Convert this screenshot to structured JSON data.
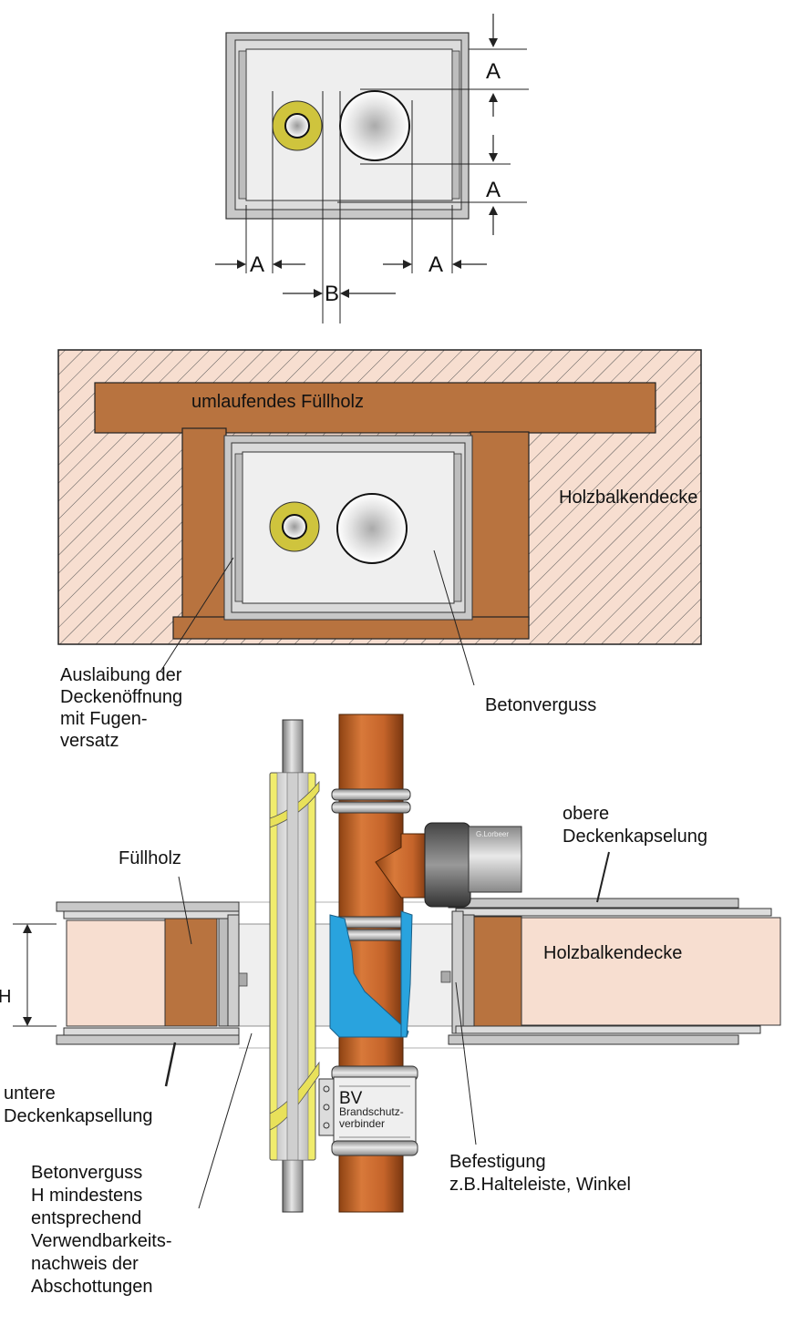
{
  "top_detail": {
    "dim_a_right_top": "A",
    "dim_a_right_bottom": "A",
    "dim_a_left": "A",
    "dim_a_bottom_right": "A",
    "dim_b": "B"
  },
  "middle_detail": {
    "label_fuellholz_top": "umlaufendes Füllholz",
    "label_holzbalkendecke": "Holzbalkendecke",
    "label_auslaibung": [
      "Auslaibung der",
      "Deckenöffnung",
      "mit Fugen-",
      "versatz"
    ],
    "label_betonverguss": "Betonverguss"
  },
  "section_detail": {
    "label_fuellholz": "Füllholz",
    "label_obere": [
      "obere",
      "Deckenkapselung"
    ],
    "label_holzbalkendecke": "Holzbalkendecke",
    "label_h": "H",
    "label_untere": [
      "untere",
      "Deckenkapsellung"
    ],
    "label_betonverguss": [
      "Betonverguss",
      "H mindestens",
      "entsprechend",
      "Verwendbarkeits-",
      "nachweis der",
      "Abschottungen"
    ],
    "label_befestigung": [
      "Befestigung",
      "z.B.Halteleiste, Winkel"
    ],
    "bv_title": "BV",
    "bv_text": [
      "Brandschutz-",
      "verbinder"
    ],
    "fitting_mark": "G.Lorbeer"
  },
  "colors": {
    "wood": "#b8733f",
    "ceiling_fill": "#f7ded0",
    "concrete": "#efefef",
    "copper": "#c96a2a",
    "sleeve_yellow": "#f0ec6c",
    "blue": "#29a3de",
    "steel": "#b5b5b5"
  }
}
